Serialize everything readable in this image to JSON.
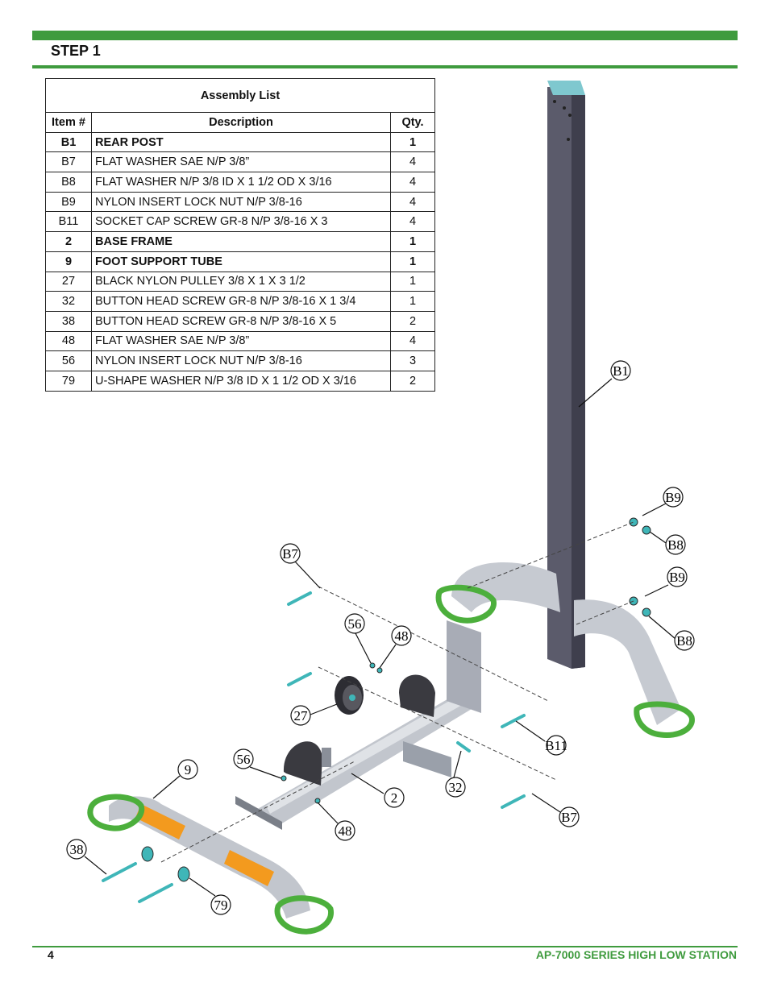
{
  "header": {
    "step_label": "STEP 1"
  },
  "assembly_list": {
    "title": "Assembly List",
    "columns": [
      "Item #",
      "Description",
      "Qty."
    ],
    "rows": [
      {
        "item": "B1",
        "description": "REAR POST",
        "qty": "1",
        "bold": true
      },
      {
        "item": "B7",
        "description": "FLAT WASHER SAE N/P 3/8”",
        "qty": "4",
        "bold": false
      },
      {
        "item": "B8",
        "description": "FLAT WASHER N/P 3/8 ID X 1 1/2 OD X 3/16",
        "qty": "4",
        "bold": false
      },
      {
        "item": "B9",
        "description": "NYLON INSERT LOCK NUT N/P 3/8-16",
        "qty": "4",
        "bold": false
      },
      {
        "item": "B11",
        "description": "SOCKET CAP SCREW GR-8 N/P 3/8-16 X 3",
        "qty": "4",
        "bold": false
      },
      {
        "item": "2",
        "description": "BASE FRAME",
        "qty": "1",
        "bold": true
      },
      {
        "item": "9",
        "description": "FOOT SUPPORT TUBE",
        "qty": "1",
        "bold": true
      },
      {
        "item": "27",
        "description": "BLACK NYLON PULLEY 3/8 X 1 X 3 1/2",
        "qty": "1",
        "bold": false
      },
      {
        "item": "32",
        "description": "BUTTON HEAD SCREW GR-8 N/P 3/8-16 X 1 3/4",
        "qty": "1",
        "bold": false
      },
      {
        "item": "38",
        "description": "BUTTON HEAD SCREW GR-8 N/P 3/8-16 X 5",
        "qty": "2",
        "bold": false
      },
      {
        "item": "48",
        "description": "FLAT WASHER SAE N/P 3/8”",
        "qty": "4",
        "bold": false
      },
      {
        "item": "56",
        "description": "NYLON INSERT LOCK NUT N/P 3/8-16",
        "qty": "3",
        "bold": false
      },
      {
        "item": "79",
        "description": "U-SHAPE WASHER  N/P 3/8 ID X 1 1/2 OD X 3/16",
        "qty": "2",
        "bold": false
      }
    ]
  },
  "diagram": {
    "callouts": [
      "B1",
      "B9",
      "B8",
      "B9",
      "B8",
      "B7",
      "56",
      "48",
      "27",
      "B11",
      "56",
      "9",
      "2",
      "32",
      "B7",
      "48",
      "38",
      "79"
    ],
    "colors": {
      "frame": "#b8bcc4",
      "post": "#5a5a6a",
      "post_cap": "#7fc8cf",
      "foot_cap": "#4caf3c",
      "pad": "#f39a1e",
      "hardware": "#3fb6b8"
    }
  },
  "footer": {
    "page_number": "4",
    "doc_title": "AP-7000 SERIES HIGH LOW STATION"
  }
}
